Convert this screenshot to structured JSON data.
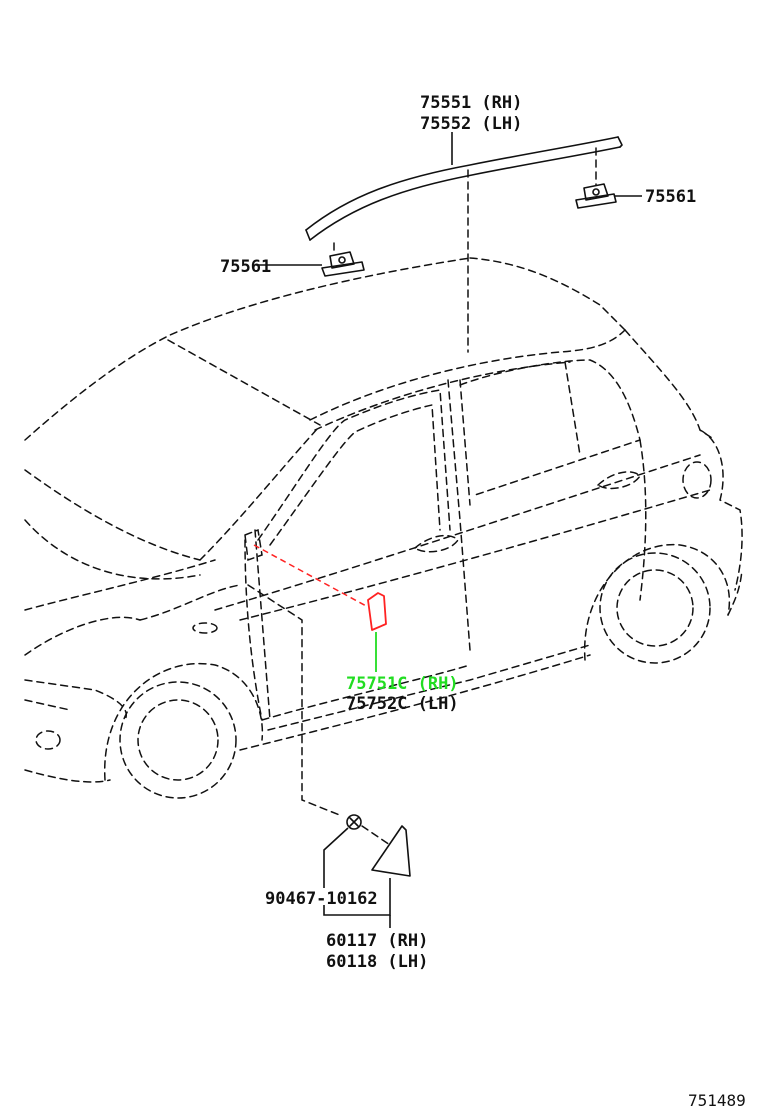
{
  "diagram_id": "751489",
  "labels": {
    "roof_molding_rh": "75551 (RH)",
    "roof_molding_lh": "75552 (LH)",
    "clip_right": "75561",
    "clip_left": "75561",
    "garnish_rh": "75751C (RH)",
    "garnish_lh": "75752C (LH)",
    "screw": "90467-10162",
    "mirror_cover_rh": "60117 (RH)",
    "mirror_cover_lh": "60118 (LH)"
  },
  "colors": {
    "line": "#111111",
    "highlight_text": "#22dd22",
    "highlight_part": "#ff2222"
  }
}
